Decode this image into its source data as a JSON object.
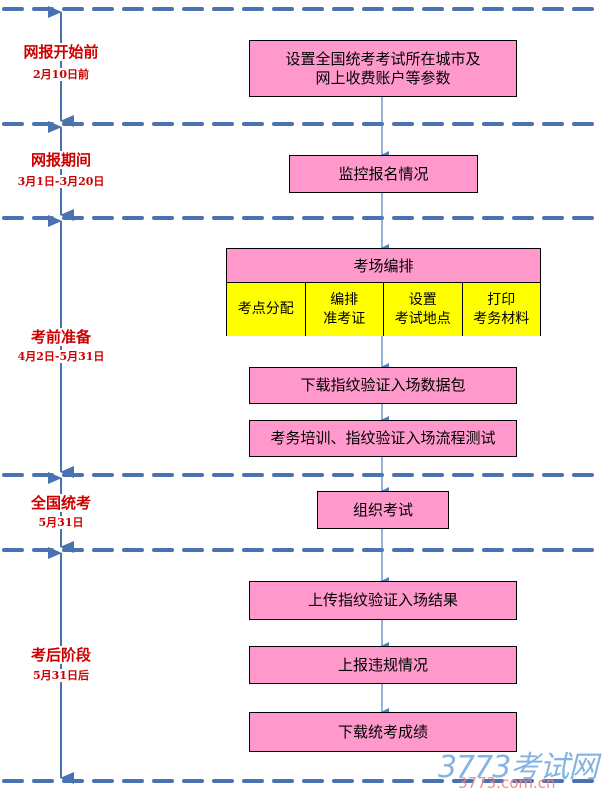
{
  "colors": {
    "phase_text": "#cc0000",
    "box_fill": "#ff99cc",
    "table_cell_fill": "#ffff00",
    "divider_line": "#4f81bd",
    "connector": "#4f81bd"
  },
  "phases": [
    {
      "title": "网报开始前",
      "date": "2月10日前"
    },
    {
      "title": "网报期间",
      "date": "3月1日-3月20日"
    },
    {
      "title": "考前准备",
      "date": "4月2日-5月31日"
    },
    {
      "title": "全国统考",
      "date": "5月31日"
    },
    {
      "title": "考后阶段",
      "date": "5月31日后"
    }
  ],
  "boxes": {
    "set_params": [
      "设置全国统考考试所在城市及",
      "网上收费账户等参数"
    ],
    "monitor_registration": "监控报名情况",
    "download_fingerprint": "下载指纹验证入场数据包",
    "training_test": "考务培训、指纹验证入场流程测试",
    "organize_exam": "组织考试",
    "upload_results": "上传指纹验证入场结果",
    "report_violations": "上报违规情况",
    "download_scores": "下载统考成绩"
  },
  "arrangement_table": {
    "header": "考场编排",
    "cells": [
      [
        "考点分配"
      ],
      [
        "编排",
        "准考证"
      ],
      [
        "设置",
        "考试地点"
      ],
      [
        "打印",
        "考务材料"
      ]
    ]
  },
  "watermark": {
    "brand": "3773考试网",
    "url": "3773.com.cn"
  }
}
